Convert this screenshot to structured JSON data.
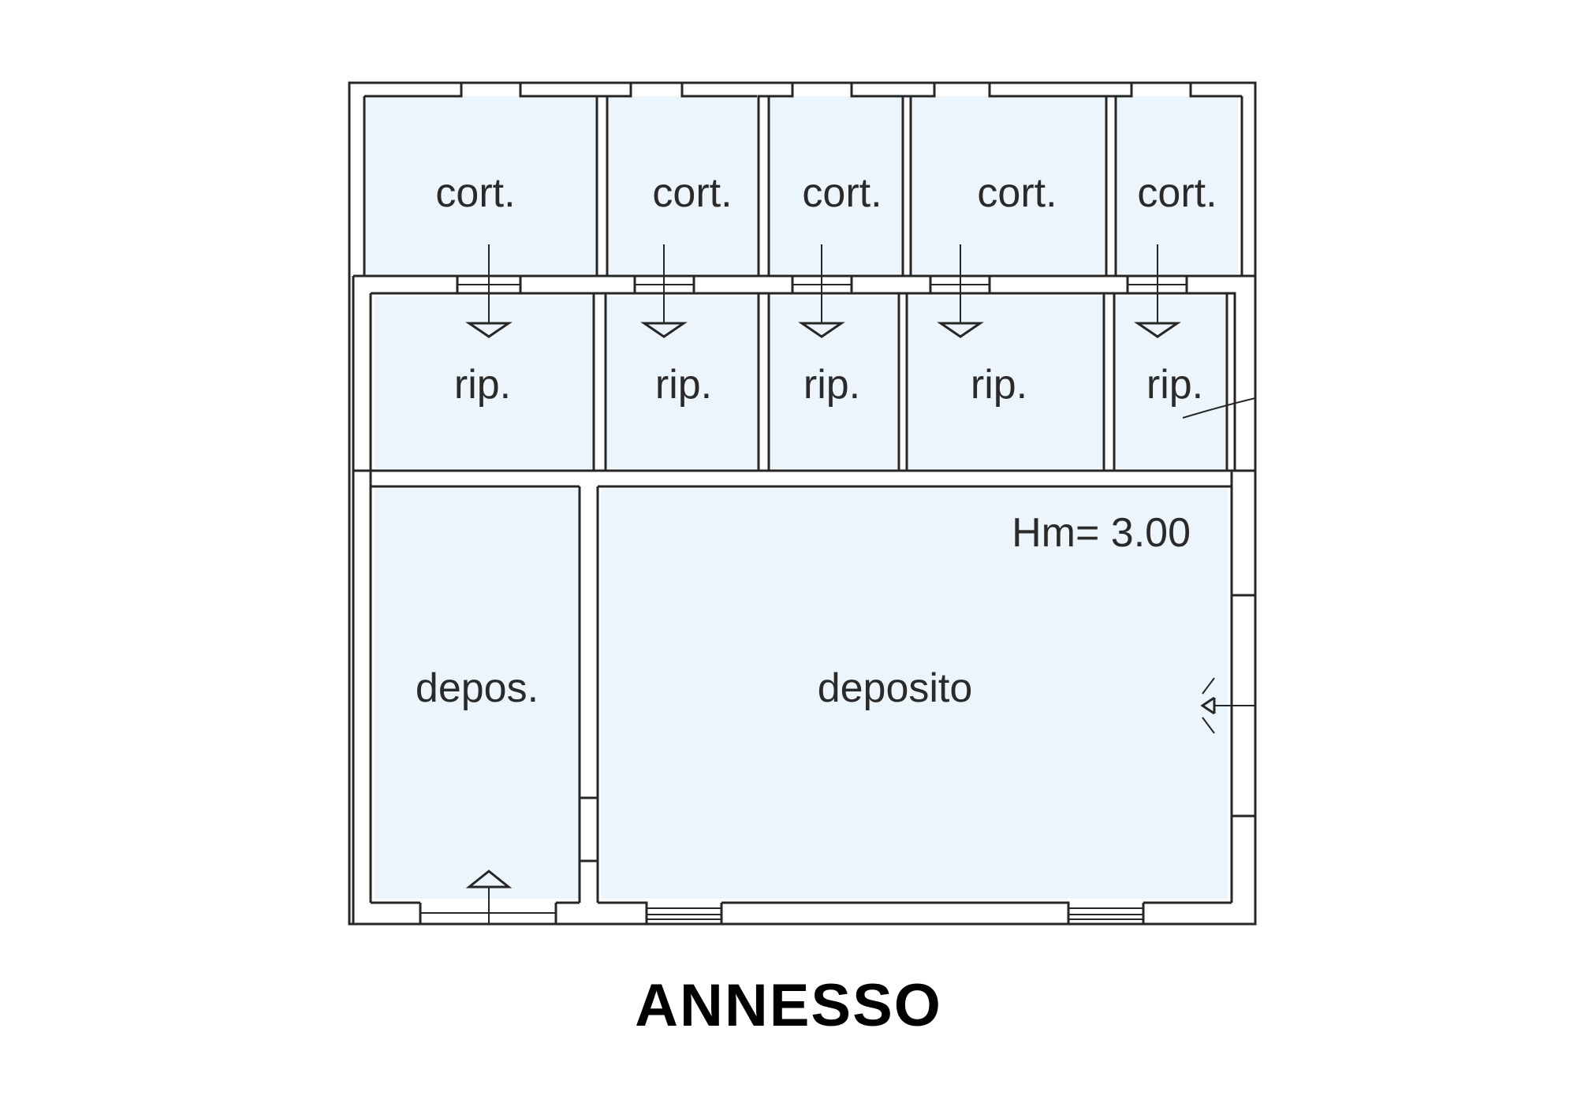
{
  "plan": {
    "title": "ANNESSO",
    "height_note": "Hm= 3.00",
    "rooms": {
      "cort_1": "cort.",
      "cort_2": "cort.",
      "cort_3": "cort.",
      "cort_4": "cort.",
      "cort_5": "cort.",
      "rip_1": "rip.",
      "rip_2": "rip.",
      "rip_3": "rip.",
      "rip_4": "rip.",
      "rip_5": "rip.",
      "depos": "depos.",
      "deposito": "deposito"
    }
  }
}
